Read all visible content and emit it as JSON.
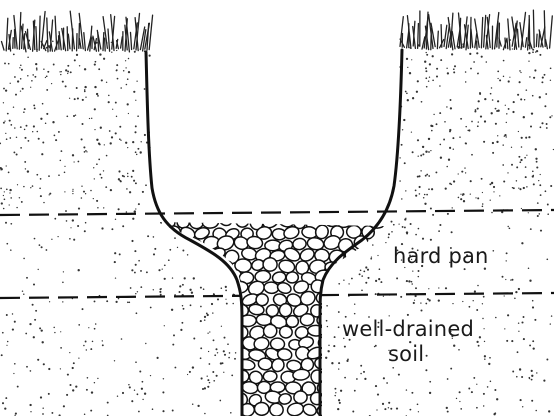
{
  "diagram": {
    "labels": {
      "hard_pan": "hard pan",
      "well_drained_line1": "well-drained",
      "well_drained_line2": "soil"
    }
  }
}
